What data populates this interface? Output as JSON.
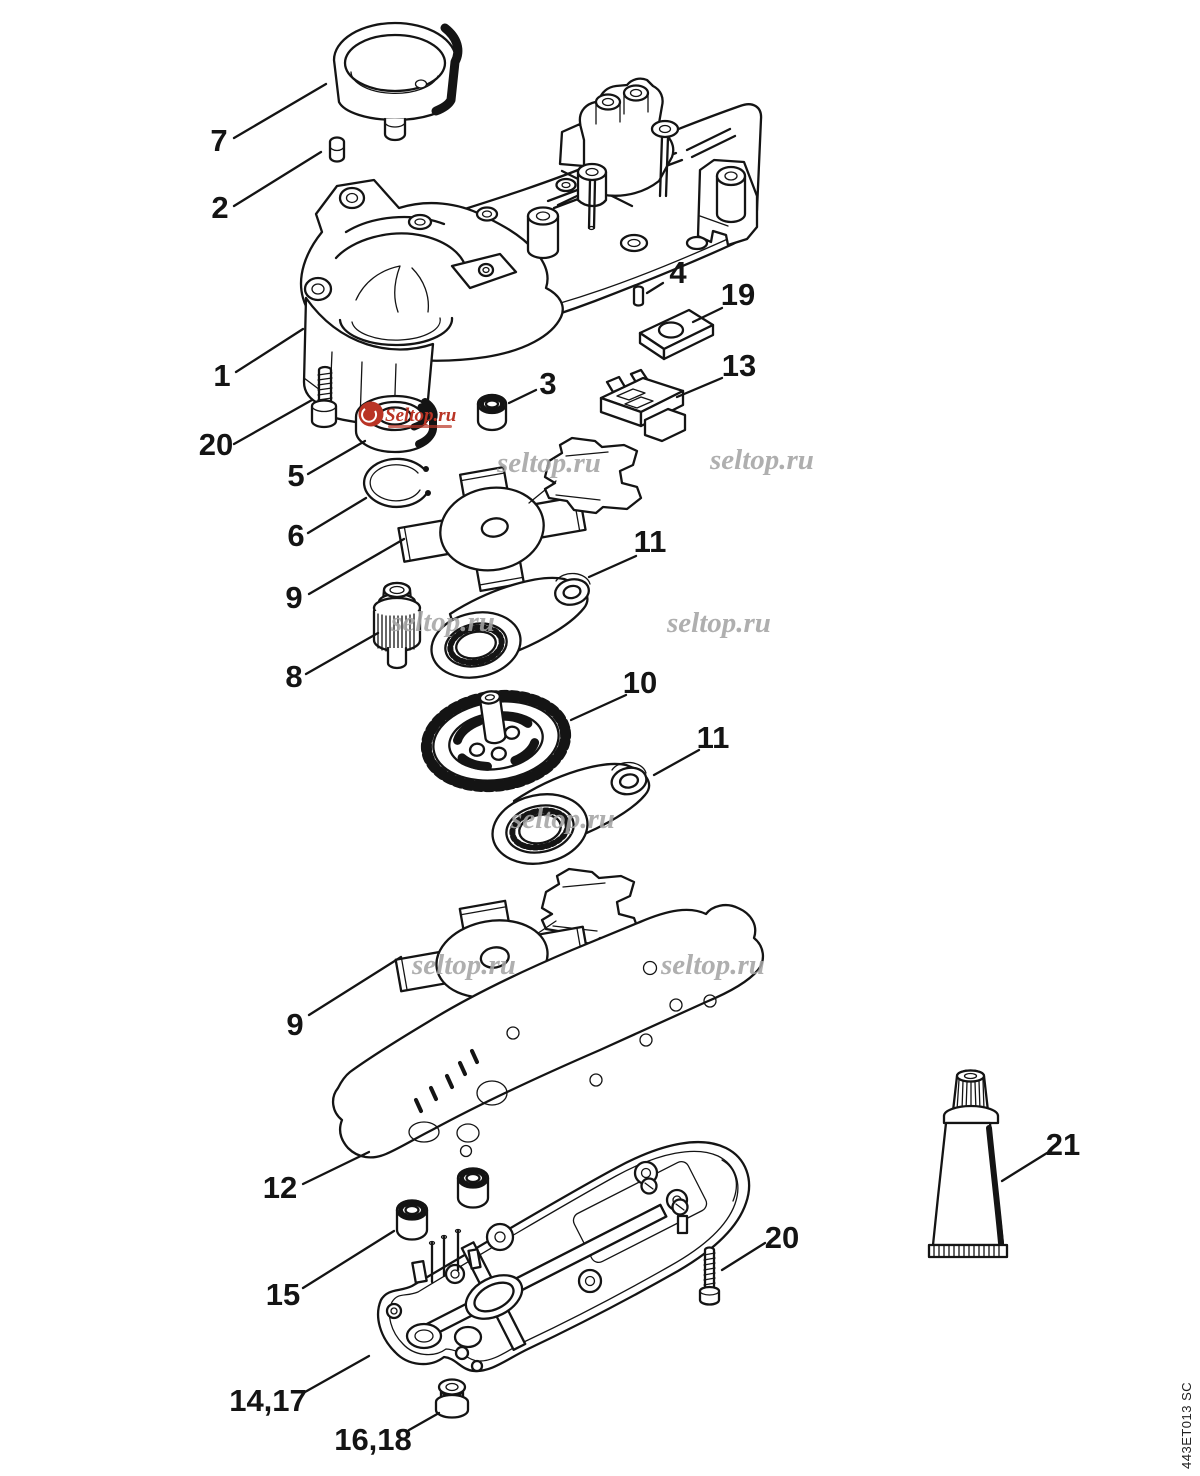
{
  "diagram": {
    "drawing_code": "443ET013 SC",
    "background": "#ffffff",
    "line_color": "#141414",
    "watermark": {
      "text": "seltop.ru",
      "logo_text": "Seltop.ru",
      "color": "#a5a5a5",
      "logo_color": "#b93425"
    },
    "labels": [
      {
        "text": "7"
      },
      {
        "text": "2"
      },
      {
        "text": "1"
      },
      {
        "text": "20"
      },
      {
        "text": "5"
      },
      {
        "text": "6"
      },
      {
        "text": "9"
      },
      {
        "text": "8"
      },
      {
        "text": "3"
      },
      {
        "text": "4"
      },
      {
        "text": "19"
      },
      {
        "text": "13"
      },
      {
        "text": "11"
      },
      {
        "text": "10"
      },
      {
        "text": "11"
      },
      {
        "text": "9"
      },
      {
        "text": "12"
      },
      {
        "text": "15"
      },
      {
        "text": "14,17"
      },
      {
        "text": "16,18"
      },
      {
        "text": "20"
      },
      {
        "text": "21"
      }
    ]
  }
}
